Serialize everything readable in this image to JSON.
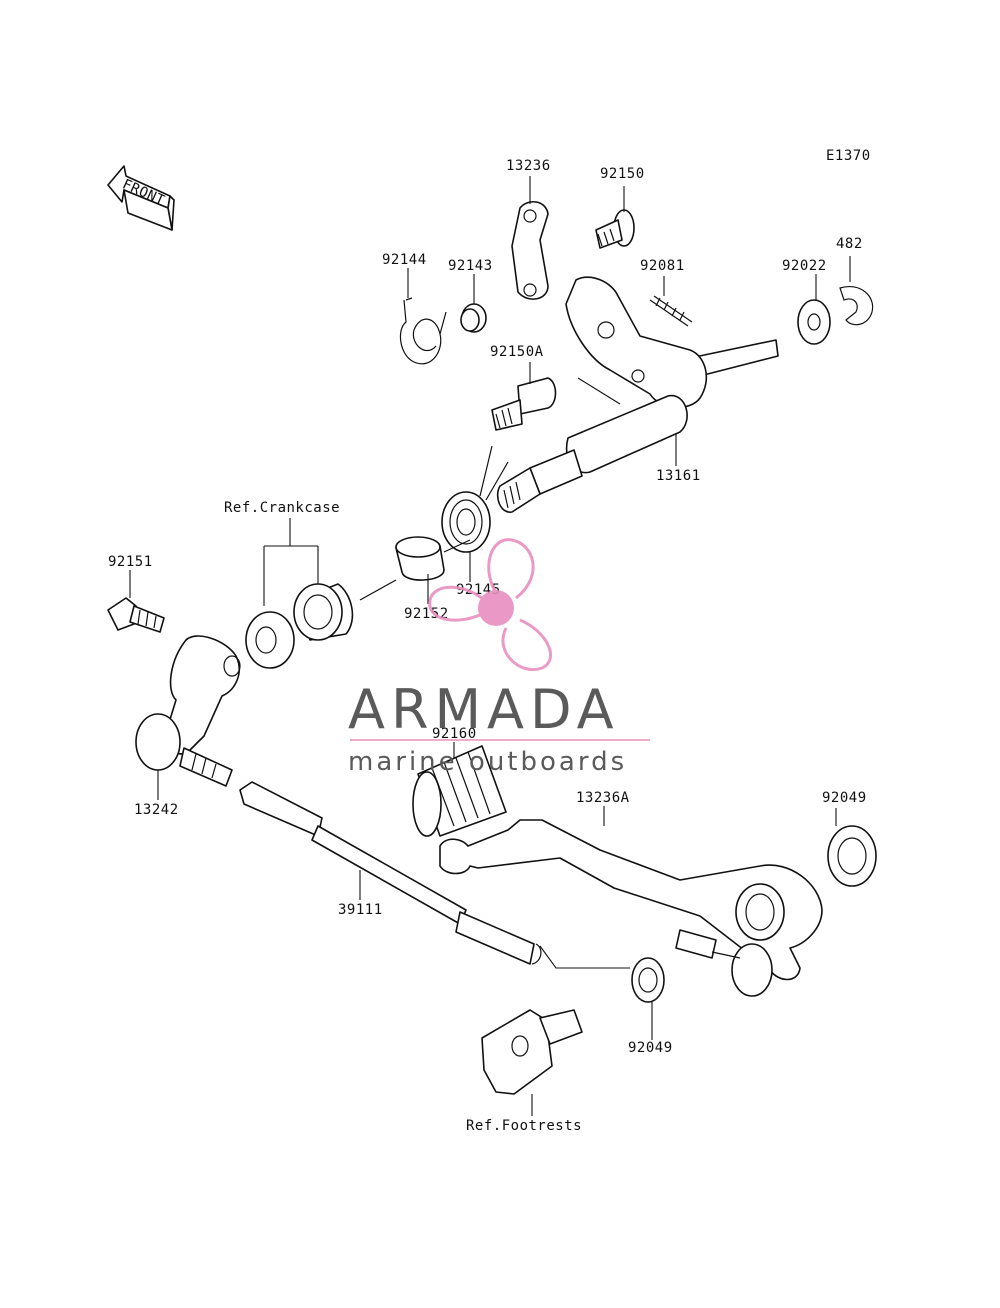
{
  "diagram": {
    "code": "E1370",
    "front_label": "FRONT",
    "labels": {
      "p13236": "13236",
      "p92150": "92150",
      "p92144": "92144",
      "p92143": "92143",
      "p92081": "92081",
      "p92022": "92022",
      "p482": "482",
      "p92150A": "92150A",
      "p13161": "13161",
      "ref_crankcase": "Ref.Crankcase",
      "p92151": "92151",
      "p92152": "92152",
      "p92145": "92145",
      "p92160": "92160",
      "p13242": "13242",
      "p13236A": "13236A",
      "p92049_top": "92049",
      "p39111": "39111",
      "p92049_bottom": "92049",
      "ref_footrests": "Ref.Footrests"
    }
  },
  "watermark": {
    "brand": "ARMADA",
    "tagline": "marine outboards",
    "accent_color": "#e88fc0",
    "text_color": "#5a5a5a"
  }
}
